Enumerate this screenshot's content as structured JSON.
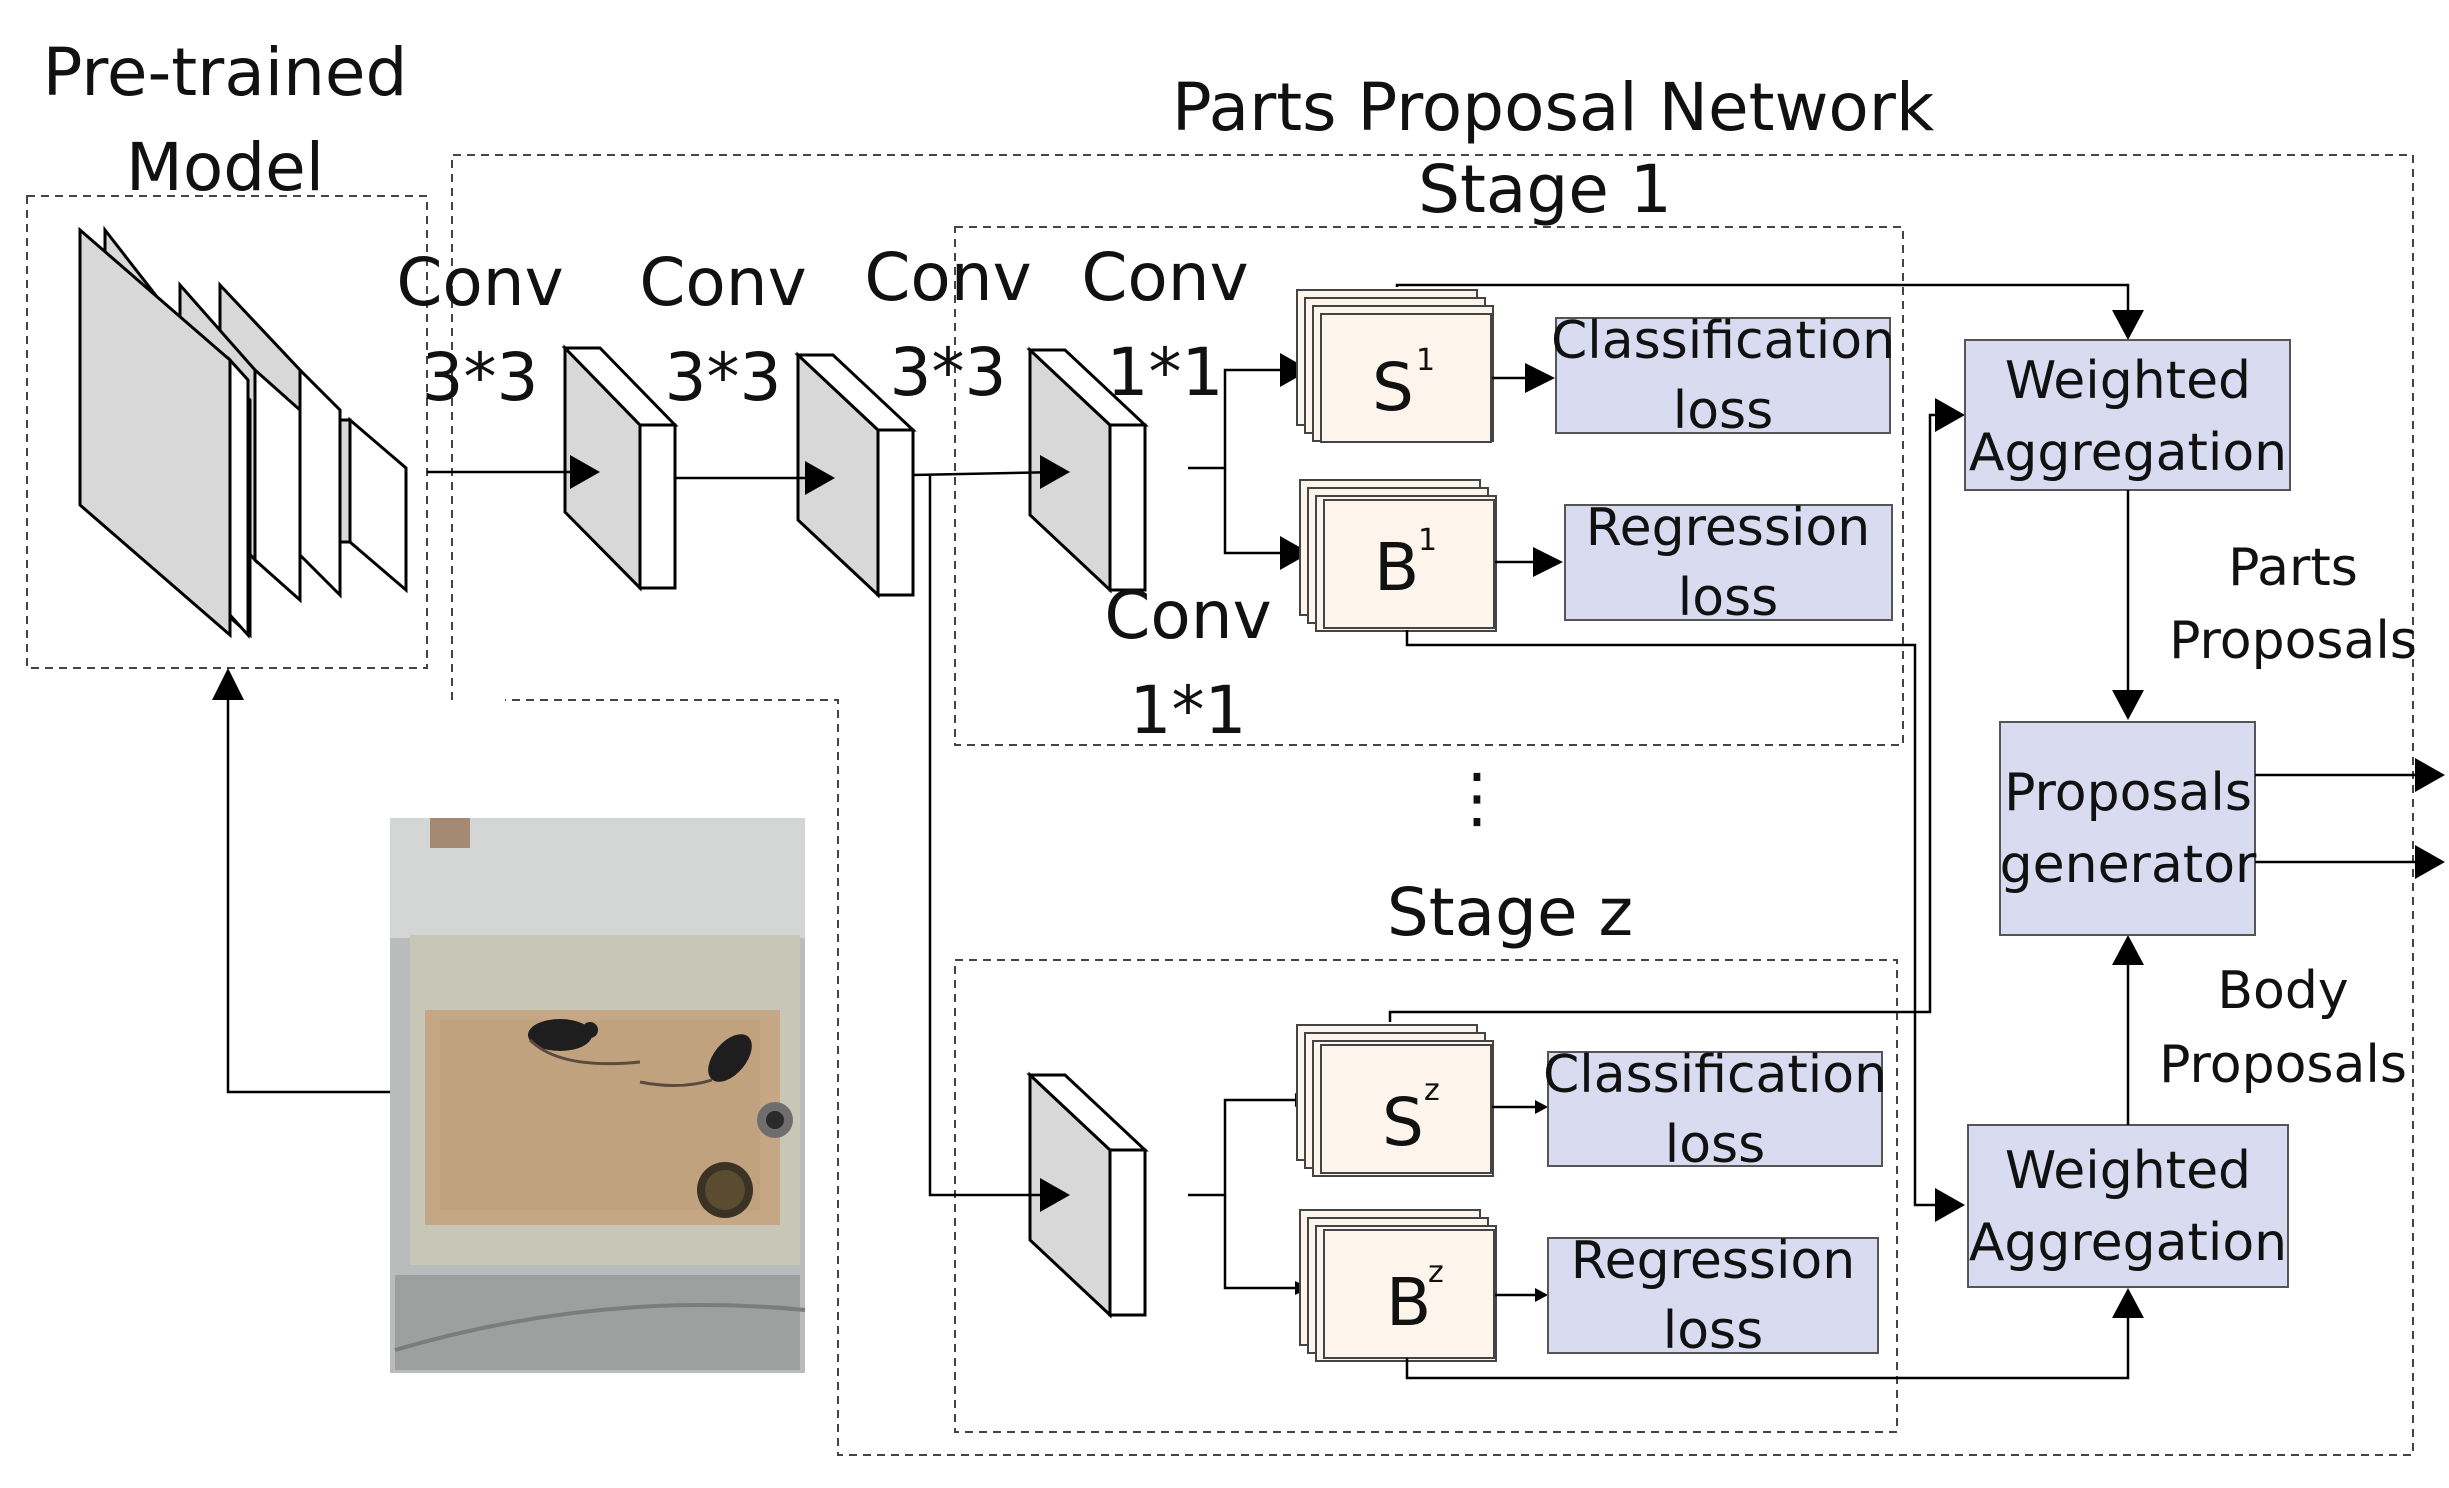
{
  "labels": {
    "pretrained_line1": "Pre-trained",
    "pretrained_line2": "Model",
    "network_title": "Parts Proposal Network",
    "stage1": "Stage 1",
    "stagez": "Stage z",
    "conv1_a": "Conv",
    "conv1_b": "3*3",
    "conv2_a": "Conv",
    "conv2_b": "3*3",
    "conv3_a": "Conv",
    "conv3_b": "3*3",
    "conv4_a": "Conv",
    "conv4_b": "1*1",
    "conv5_a": "Conv",
    "conv5_b": "1*1",
    "ellipsis": "⋮",
    "s1_base": "S",
    "s1_sup": "1",
    "b1_base": "B",
    "b1_sup": "1",
    "sz_base": "S",
    "sz_sup": "z",
    "bz_base": "B",
    "bz_sup": "z",
    "cls1_line1": "Classification",
    "cls1_line2": "loss",
    "reg1_line1": "Regression",
    "reg1_line2": "loss",
    "clsz_line1": "Classification",
    "clsz_line2": "loss",
    "regz_line1": "Regression",
    "regz_line2": "loss",
    "wa1_line1": "Weighted",
    "wa1_line2": "Aggregation",
    "wa2_line1": "Weighted",
    "wa2_line2": "Aggregation",
    "parts_line1": "Parts",
    "parts_line2": "Proposals",
    "gen_line1": "Proposals",
    "gen_line2": "generator",
    "body_line1": "Body",
    "body_line2": "Proposals"
  },
  "colors": {
    "box_fill": "#d9dcf0",
    "map_fill": "#fdf4ec",
    "layer_front": "#d8d8d8"
  }
}
